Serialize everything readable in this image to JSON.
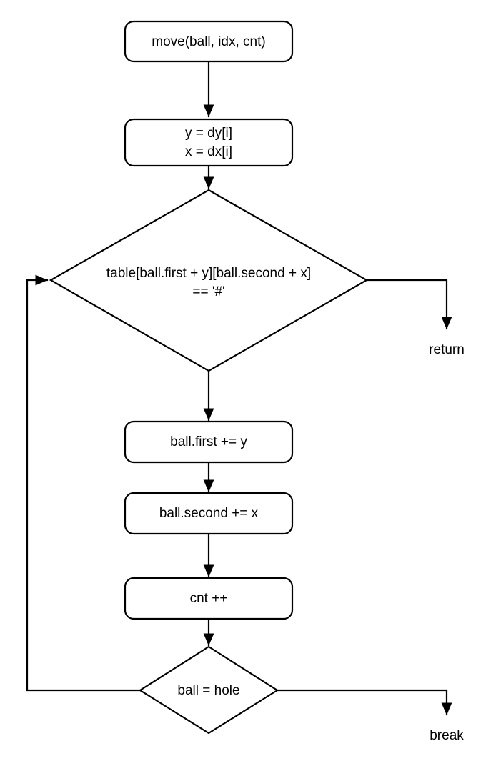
{
  "diagram": {
    "type": "flowchart",
    "title_visible": false,
    "background_color": "#ffffff",
    "stroke_color": "#000000",
    "text_color": "#000000",
    "nodes": [
      {
        "id": "start",
        "shape": "rounded-rect",
        "label": "move(ball, idx, cnt)",
        "lines": [
          "move(ball, idx, cnt)"
        ]
      },
      {
        "id": "assign_dydx",
        "shape": "rounded-rect",
        "label": "y = dy[i] x = dx[i]",
        "lines": [
          "y = dy[i]",
          "x = dx[i]"
        ]
      },
      {
        "id": "wall_check",
        "shape": "diamond",
        "label": "table[ball.first + y][ball.second + x] == '#'",
        "lines": [
          "table[ball.first + y][ball.second + x]",
          "== '#'"
        ]
      },
      {
        "id": "ball_first",
        "shape": "rounded-rect",
        "label": "ball.first += y",
        "lines": [
          "ball.first += y"
        ]
      },
      {
        "id": "ball_second",
        "shape": "rounded-rect",
        "label": "ball.second += x",
        "lines": [
          "ball.second += x"
        ]
      },
      {
        "id": "cnt_inc",
        "shape": "rounded-rect",
        "label": "cnt ++",
        "lines": [
          "cnt ++"
        ]
      },
      {
        "id": "hole_check",
        "shape": "diamond",
        "label": "ball = hole",
        "lines": [
          "ball = hole"
        ]
      }
    ],
    "terminals": [
      {
        "id": "return",
        "label": "return"
      },
      {
        "id": "break",
        "label": "break"
      }
    ],
    "edges": [
      {
        "from": "start",
        "to": "assign_dydx",
        "label": ""
      },
      {
        "from": "assign_dydx",
        "to": "wall_check",
        "label": ""
      },
      {
        "from": "wall_check",
        "to": "return",
        "label": ""
      },
      {
        "from": "wall_check",
        "to": "ball_first",
        "label": ""
      },
      {
        "from": "ball_first",
        "to": "ball_second",
        "label": ""
      },
      {
        "from": "ball_second",
        "to": "cnt_inc",
        "label": ""
      },
      {
        "from": "cnt_inc",
        "to": "hole_check",
        "label": ""
      },
      {
        "from": "hole_check",
        "to": "break",
        "label": ""
      },
      {
        "from": "hole_check",
        "to": "wall_check",
        "label": ""
      }
    ]
  }
}
